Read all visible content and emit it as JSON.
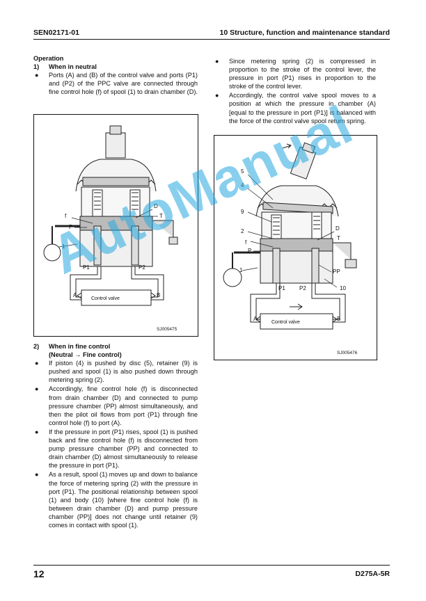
{
  "header": {
    "doc_code": "SEN02171-01",
    "section_title": "10 Structure, function and maintenance standard"
  },
  "left": {
    "heading": "Operation",
    "sub1": {
      "num": "1)",
      "title": "When in neutral"
    },
    "sub1_bullets": [
      "Ports (A) and (B) of the control valve and ports (P1) and (P2) of the PPC valve are connected through fine control hole (f) of spool (1) to drain chamber (D)."
    ],
    "sub2": {
      "num": "2)",
      "title": "When in fine control",
      "note": "(Neutral → Fine control)"
    },
    "sub2_bullets": [
      "If piston (4) is pushed by disc (5), retainer (9) is pushed and spool (1) is also pushed down through metering spring (2).",
      "Accordingly, fine control hole (f) is disconnected from drain chamber (D) and connected to pump pressure chamber (PP) almost simultaneously, and then the pilot oil flows from port (P1) through fine control hole (f) to port (A).",
      "If the pressure in port (P1) rises, spool (1) is pushed back and fine control hole (f) is disconnected from pump pressure chamber (PP) and connected to drain chamber (D) almost simultaneously to release the pressure in port (P1).",
      "As a result, spool (1) moves up and down to balance the force of metering spring (2) with the pressure in port (P1). The positional relationship between spool (1) and body (10) [where fine control hole (f) is between drain chamber (D) and pump pressure chamber (PP)] does not change until retainer (9) comes in contact with spool (1)."
    ]
  },
  "right": {
    "bullets": [
      "Since metering spring (2) is compressed in proportion to the stroke of the control lever, the pressure in port (P1) rises in proportion to the stroke of the control lever.",
      "Accordingly, the control valve spool moves to a position at which the pressure in chamber (A) [equal to the pressure in port (P1)] is balanced with the force of the control valve spool return spring."
    ]
  },
  "figure1": {
    "id": "SJ005475",
    "labels": {
      "f": "f",
      "P": "P",
      "D": "D",
      "T": "T",
      "one": "1",
      "P1": "P1",
      "P2": "P2",
      "A": "A",
      "B": "B"
    },
    "valve_label": "Control valve"
  },
  "figure2": {
    "id": "SJ005476",
    "labels": {
      "five": "5",
      "four": "4",
      "nine": "9",
      "two": "2",
      "f": "f",
      "P": "P",
      "D": "D",
      "T": "T",
      "one": "1",
      "PP": "PP",
      "P1": "P1",
      "P2": "P2",
      "ten": "10",
      "A": "A",
      "B": "B"
    },
    "valve_label": "Control valve"
  },
  "watermark": "AutoManual",
  "footer": {
    "page": "12",
    "model": "D275A-5R"
  }
}
